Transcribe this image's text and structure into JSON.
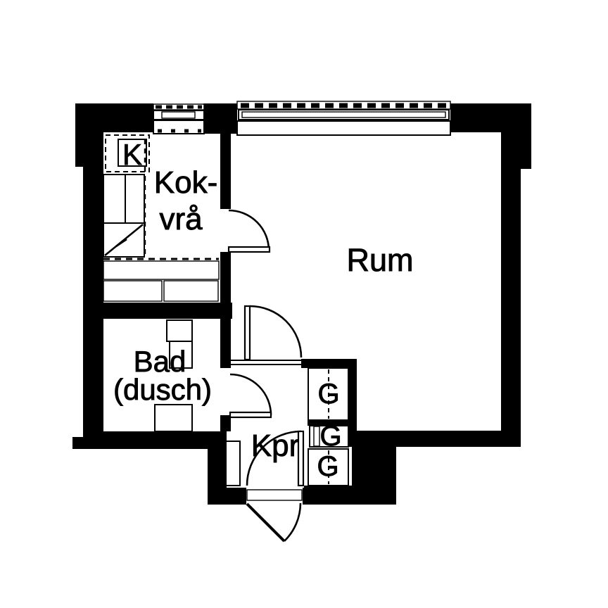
{
  "plan": {
    "colors": {
      "ink": "#000000",
      "background": "#ffffff"
    },
    "rooms": {
      "kitchenette": {
        "label_line1": "Kok-",
        "label_line2": "vrå"
      },
      "main_room": {
        "label": "Rum"
      },
      "bathroom": {
        "label_line1": "Bad",
        "label_line2": "(dusch)"
      },
      "closet_room": {
        "label": "Kpr"
      }
    },
    "fixtures": {
      "fridge_label": "K",
      "wardrobe_labels": [
        "G",
        "G",
        "G"
      ]
    }
  }
}
